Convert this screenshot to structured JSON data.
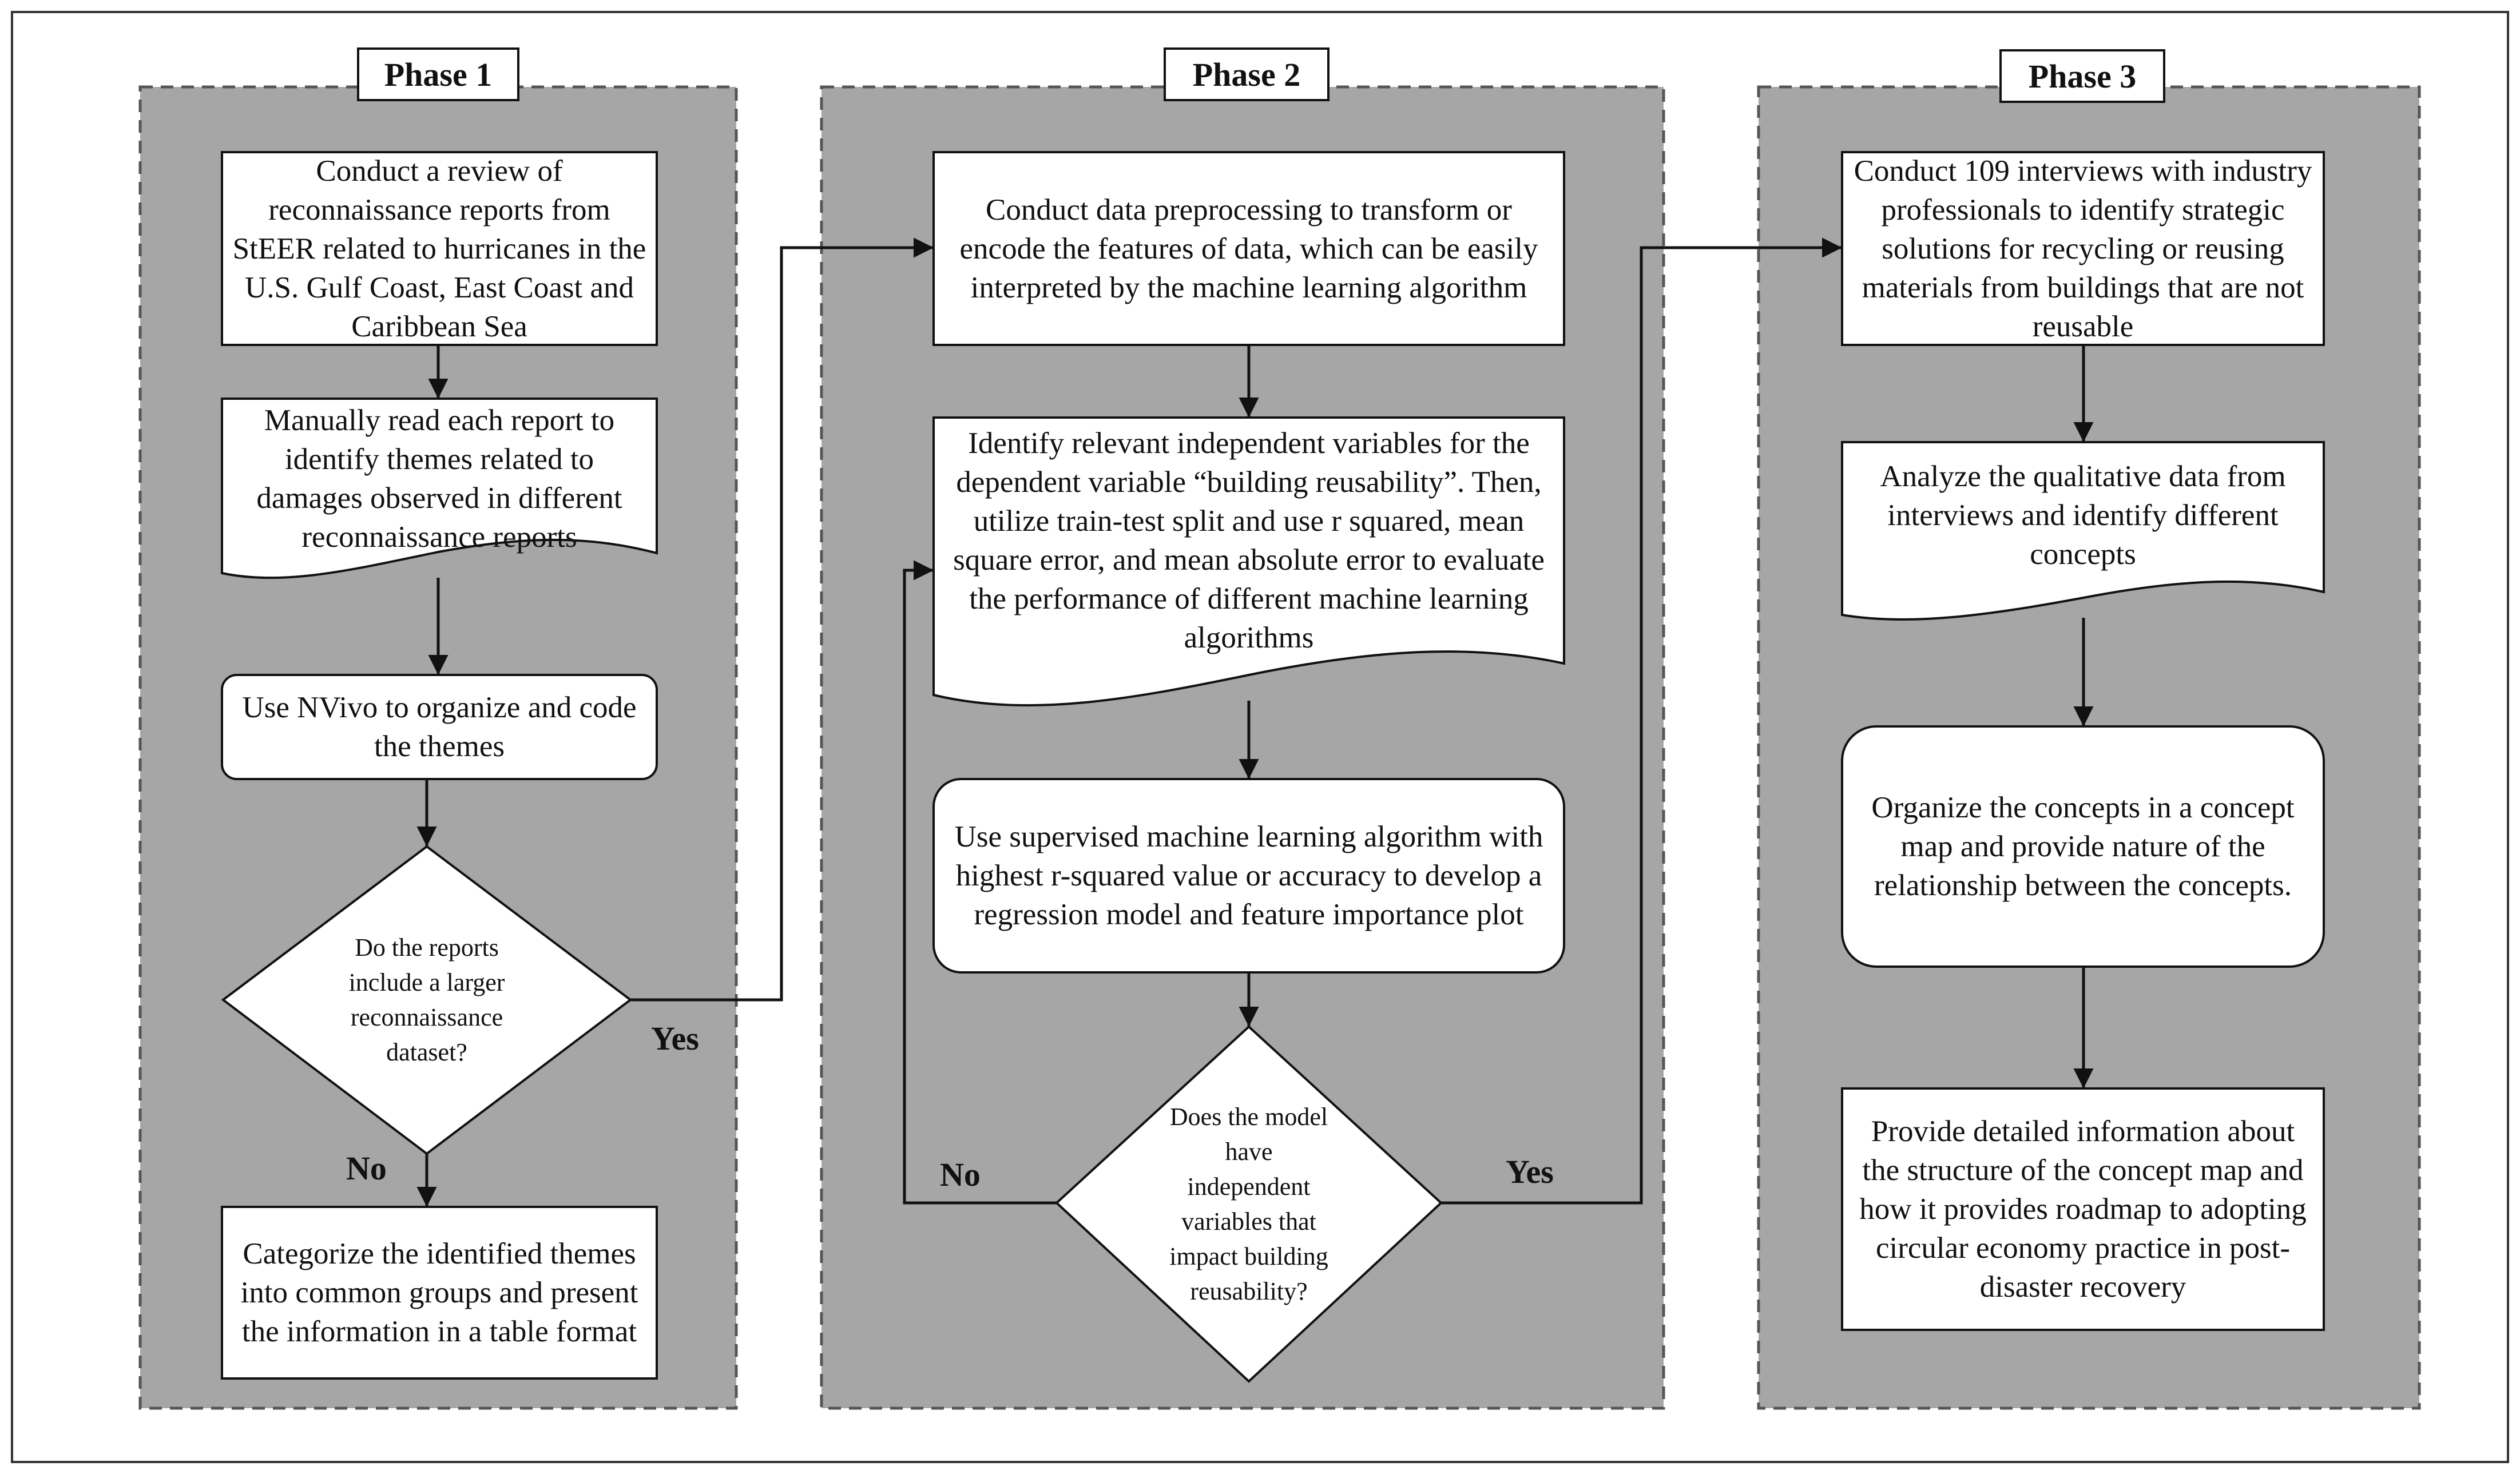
{
  "phases": [
    {
      "title": "Phase 1",
      "steps": [
        "Conduct a review of reconnaissance reports from StEER related to hurricanes in the U.S. Gulf Coast, East Coast and Caribbean Sea",
        "Manually read each report to identify themes related to damages observed in different reconnaissance reports",
        "Use NVivo to organize and code the themes"
      ],
      "decision": "Do the reports include a larger reconnaissance dataset?",
      "yes_label": "Yes",
      "no_label": "No",
      "no_step": "Categorize the identified themes into common groups and present the information in a table format"
    },
    {
      "title": "Phase 2",
      "steps": [
        "Conduct data preprocessing to transform or encode the features of data, which can be easily interpreted by the machine learning algorithm",
        "Identify relevant independent variables for the dependent variable “building reusability”. Then, utilize train-test split and use r squared, mean square error, and mean absolute error to evaluate the performance of different machine learning algorithms",
        "Use supervised machine learning algorithm with highest r-squared value or accuracy to develop a regression model and feature importance plot"
      ],
      "decision": "Does the model have independent variables that impact building reusability?",
      "yes_label": "Yes",
      "no_label": "No"
    },
    {
      "title": "Phase 3",
      "steps": [
        "Conduct 109 interviews with industry professionals to identify strategic solutions for recycling or reusing materials from buildings that are not reusable",
        "Analyze the qualitative data from interviews and identify different concepts",
        "Organize the concepts in a concept map and provide nature of the relationship between the concepts.",
        "Provide detailed information about the structure of the concept map and how it provides roadmap to adopting circular economy practice in post-disaster recovery"
      ]
    }
  ]
}
